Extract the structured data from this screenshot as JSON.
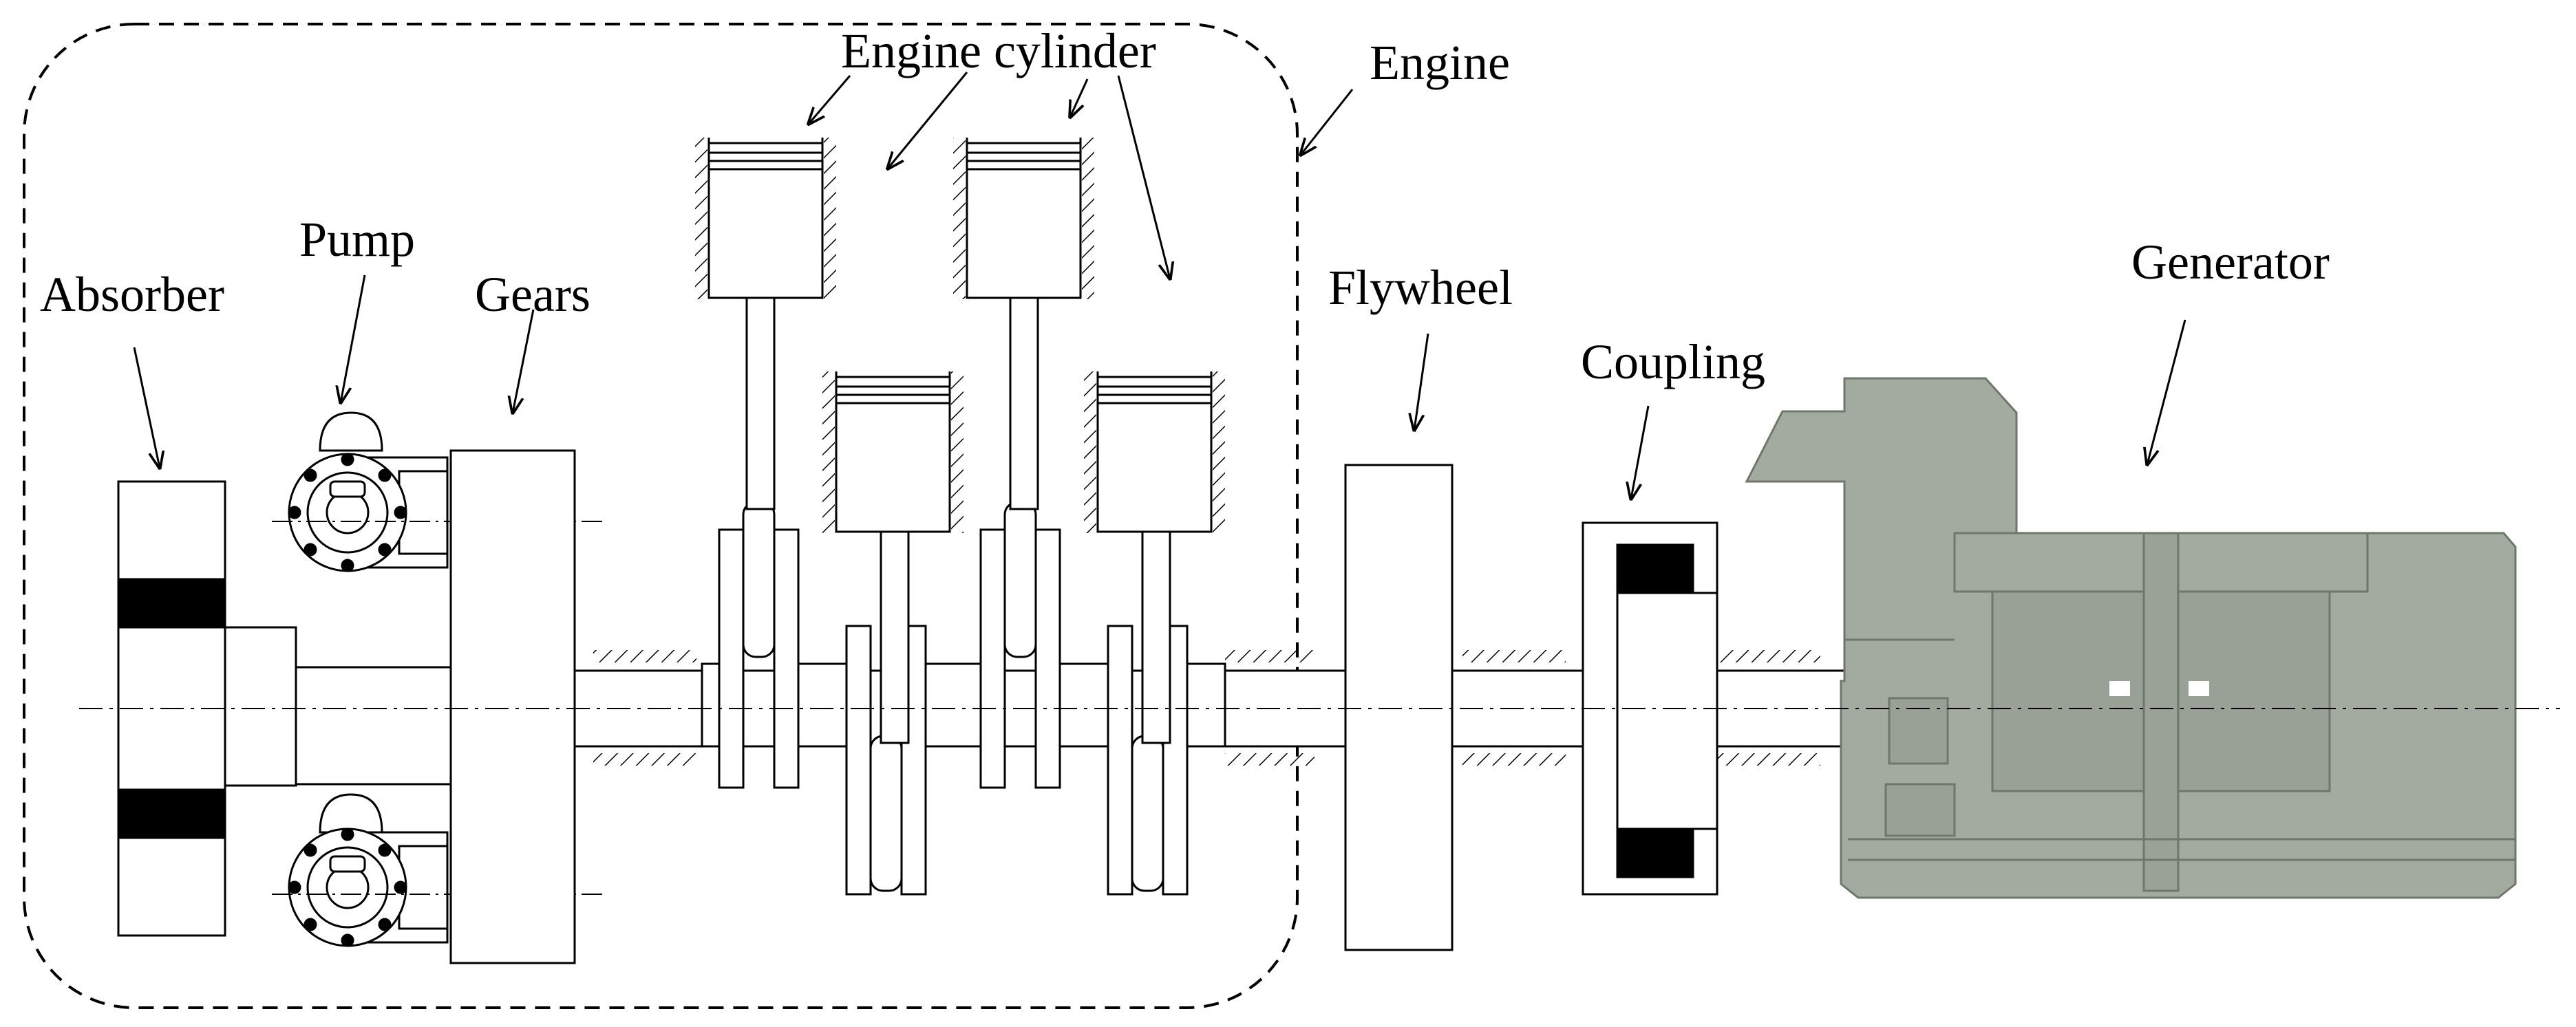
{
  "labels": {
    "absorber": "Absorber",
    "pump": "Pump",
    "gears": "Gears",
    "engine_cylinder": "Engine cylinder",
    "engine": "Engine",
    "flywheel": "Flywheel",
    "coupling": "Coupling",
    "generator": "Generator"
  },
  "colors": {
    "line": "#000000",
    "generator_fill": "#a3aba0",
    "generator_dark": "#8d958a",
    "generator_edge": "#6f776c",
    "absorber_band": "#000000"
  }
}
